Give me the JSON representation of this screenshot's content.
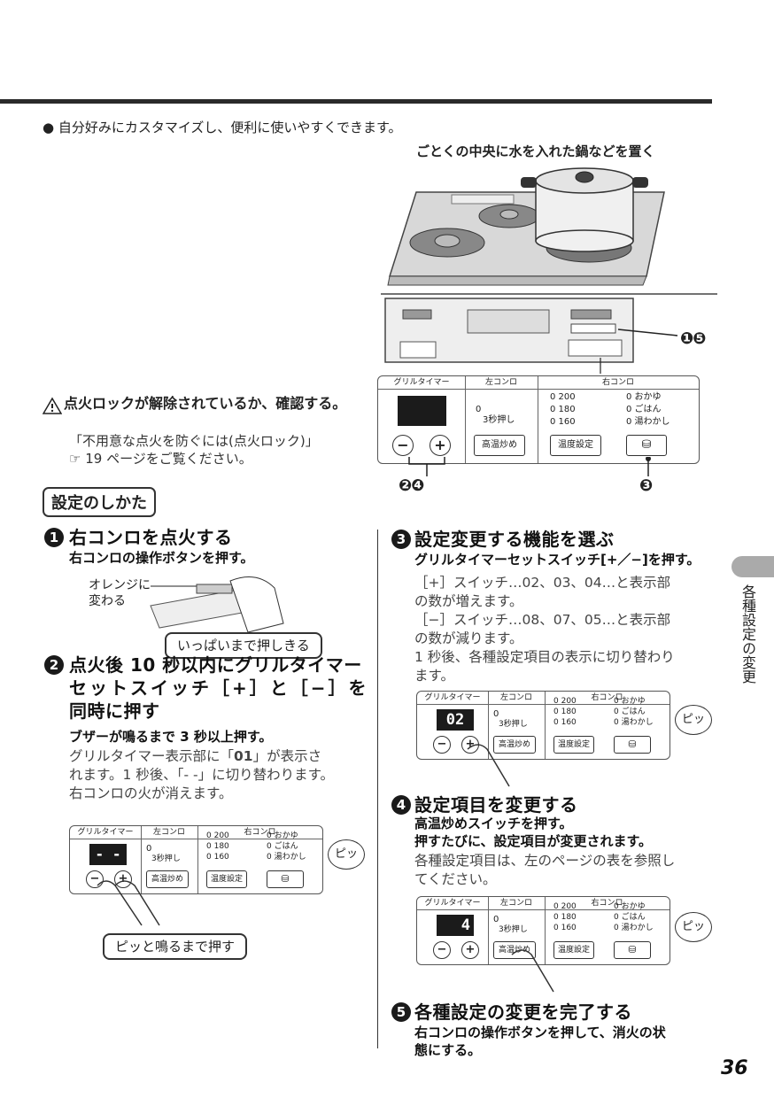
{
  "intro": "● 自分好みにカスタマイズし、便利に使いやすくできます。",
  "illustration": {
    "caption": "ごとくの中央に水を入れた鍋などを置く",
    "callout_15": "❶❺",
    "callout_24": "❷❹",
    "callout_3": "❸"
  },
  "warning": {
    "icon": "warning-triangle",
    "title": "点火ロックが解除されているか、確認する。",
    "line1": "「不用意な点火を防ぐには(点火ロック)」",
    "ref_icon": "☞",
    "line2": "19 ページをご覧ください。"
  },
  "section_heading": "設定のしかた",
  "panel_labels": {
    "grill_timer": "グリルタイマー",
    "left_stove": "左コンロ",
    "right_stove": "右コンロ",
    "zero": "0",
    "press3": "3秒押し",
    "high_temp": "高温炒め",
    "temp_set": "温度設定",
    "t200": "0 200",
    "t180": "0 180",
    "t160": "0 160",
    "okayu": "0 おかゆ",
    "gohan": "0 ごはん",
    "yuwakashi": "0 湯わかし",
    "minus": "−",
    "plus": "+",
    "pi": "ピッ"
  },
  "step1": {
    "num": "1",
    "title": "右コンロを点火する",
    "sub": "右コンロの操作ボタンを押す。",
    "label_orange": "オレンジに",
    "label_change": "変わる",
    "pill": "いっぱいまで押しきる"
  },
  "step2": {
    "num": "2",
    "title_l1": "点火後 10 秒以内にグリルタイマー",
    "title_l2": "セットスイッチ［+］と［−］を",
    "title_l3": "同時に押す",
    "sub": "ブザーが鳴るまで 3 秒以上押す。",
    "body_l1": "グリルタイマー表示部に「",
    "body_code": "01",
    "body_l1b": "」が表示さ",
    "body_l2": "れます。1 秒後、「- -」に切り替わります。",
    "body_l3": "右コンロの火が消えます。",
    "display": "- -",
    "pill": "ピッと鳴るまで押す"
  },
  "step3": {
    "num": "3",
    "title": "設定変更する機能を選ぶ",
    "sub": "グリルタイマーセットスイッチ[+／−]を押す。",
    "l1": "［+］スイッチ…02、03、04…と表示部",
    "l2": "の数が増えます。",
    "l3": "［−］スイッチ…08、07、05…と表示部",
    "l4": "の数が減ります。",
    "l5": "1 秒後、各種設定項目の表示に切り替わり",
    "l6": "ます。",
    "display": "02"
  },
  "step4": {
    "num": "4",
    "title": "設定項目を変更する",
    "sub1": "高温炒めスイッチを押す。",
    "sub2": "押すたびに、設定項目が変更されます。",
    "l1": "各種設定項目は、左のページの表を参照し",
    "l2": "てください。",
    "display": "4"
  },
  "step5": {
    "num": "5",
    "title": "各種設定の変更を完了する",
    "sub1": "右コンロの操作ボタンを押して、消火の状",
    "sub2": "態にする。"
  },
  "side_tab": "各種設定の変更",
  "page_number": "36"
}
